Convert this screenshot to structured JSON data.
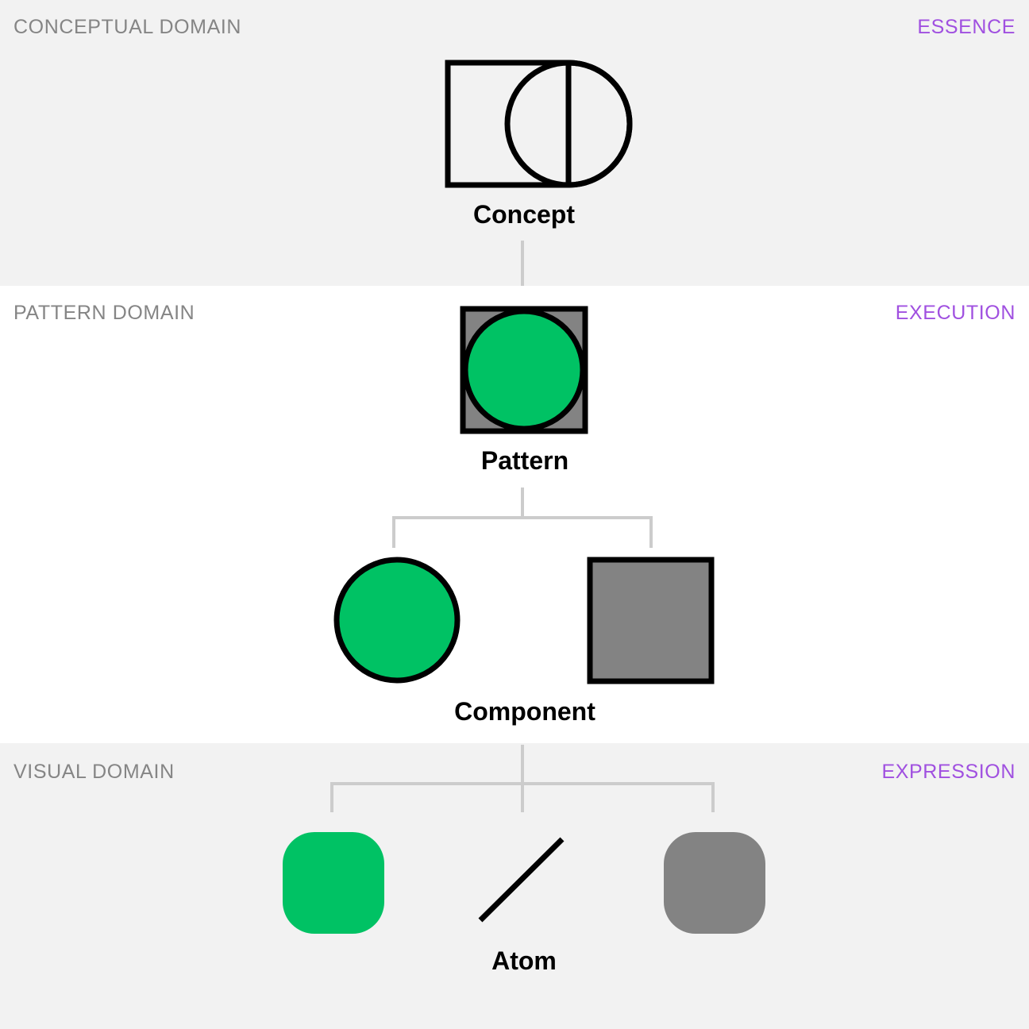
{
  "domains": {
    "conceptual": {
      "label": "CONCEPTUAL DOMAIN",
      "role": "ESSENCE"
    },
    "pattern": {
      "label": "PATTERN DOMAIN",
      "role": "EXECUTION"
    },
    "visual": {
      "label": "VISUAL DOMAIN",
      "role": "EXPRESSION"
    }
  },
  "nodes": {
    "concept": "Concept",
    "pattern": "Pattern",
    "component": "Component",
    "atom": "Atom"
  },
  "colors": {
    "band_gray": "#f2f2f2",
    "band_white": "#ffffff",
    "domain_label": "#858585",
    "role_label": "#a050e0",
    "green": "#00c264",
    "gray_fill": "#838383",
    "connector": "#cccccc",
    "stroke": "#000000"
  }
}
